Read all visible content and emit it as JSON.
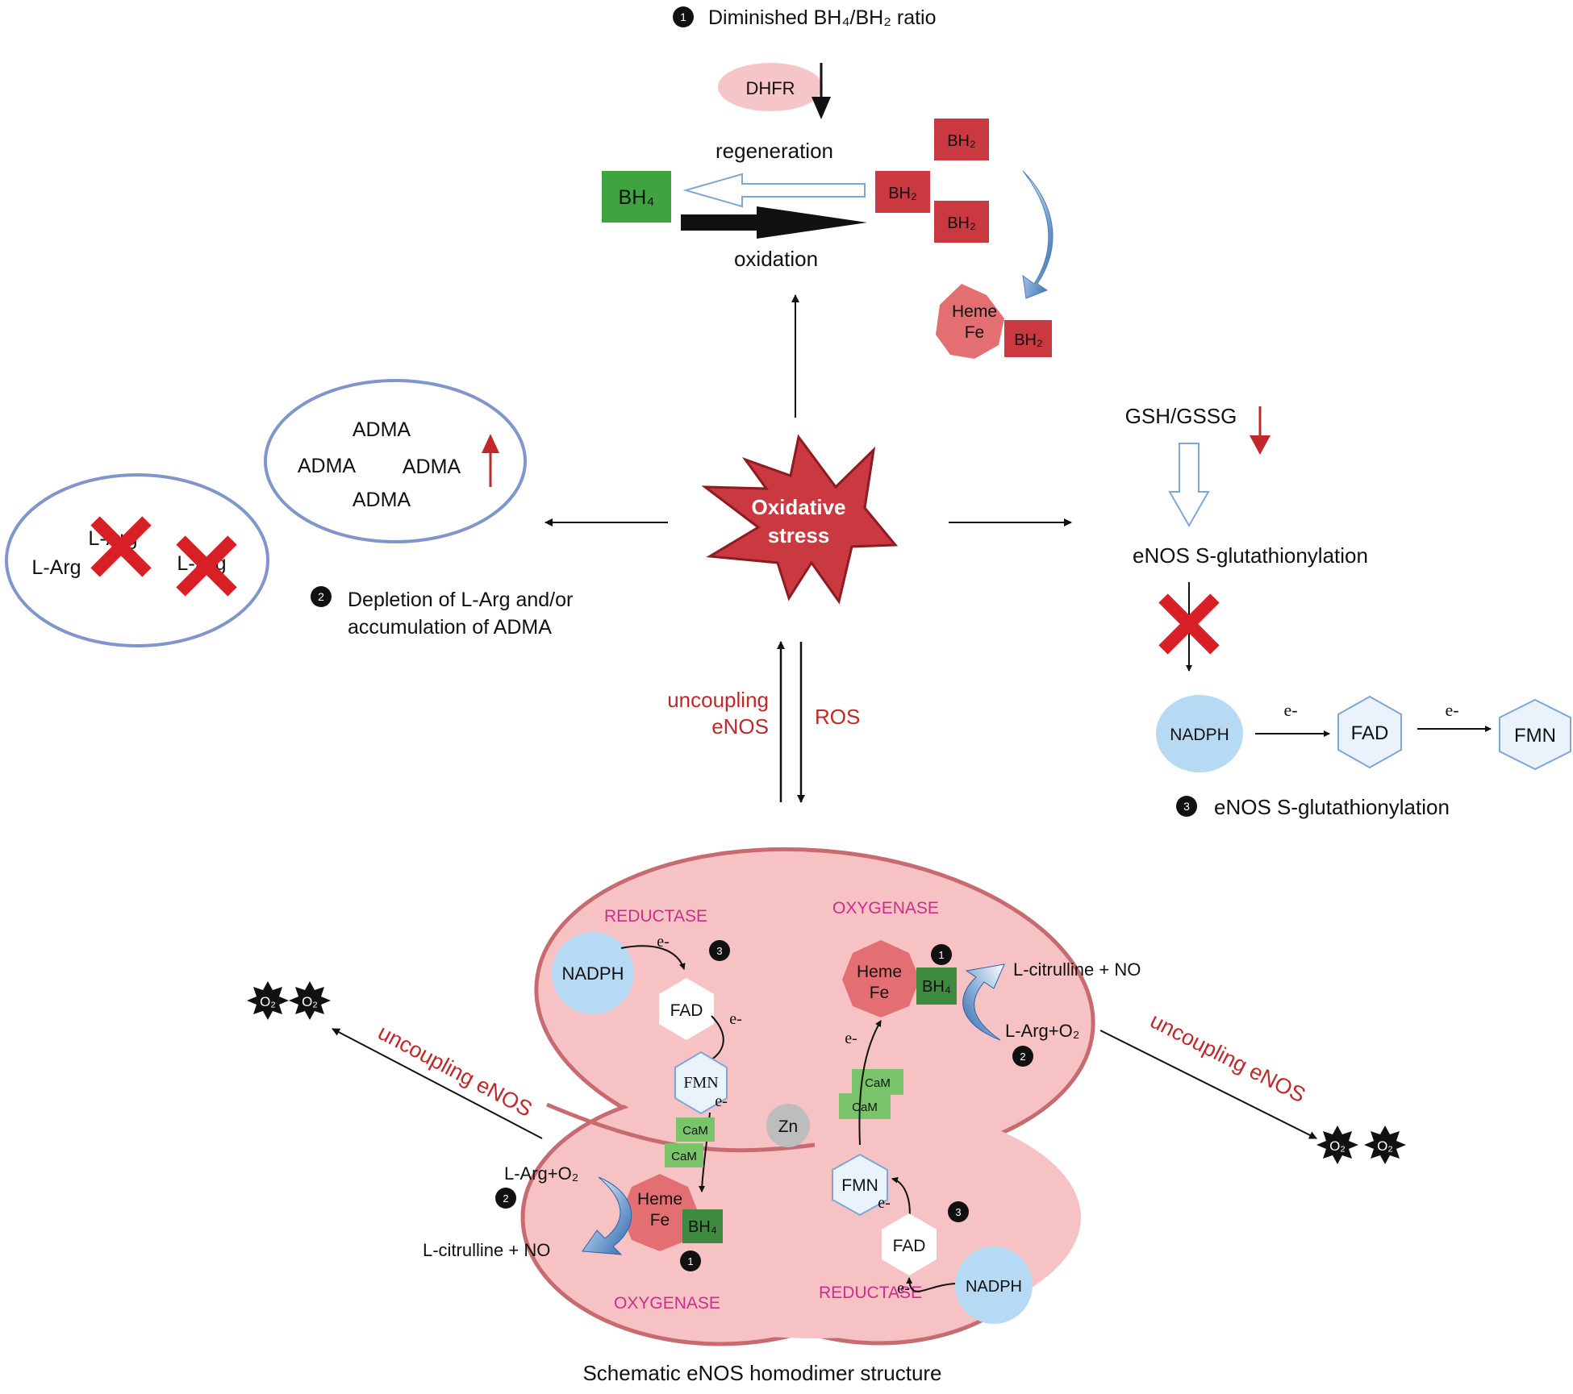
{
  "section1": {
    "badge": "1",
    "title": "Diminished BH₄/BH₂ ratio",
    "dhfr": "DHFR",
    "regeneration": "regeneration",
    "oxidation": "oxidation",
    "bh4": "BH₄",
    "bh2": "BH₂",
    "heme": "Heme",
    "fe": "Fe"
  },
  "section2": {
    "badge": "2",
    "title_line1": "Depletion of L-Arg and/or",
    "title_line2": "accumulation of ADMA",
    "adma": "ADMA",
    "larg": "L-Arg"
  },
  "section3": {
    "badge": "3",
    "gsh": "GSH/GSSG",
    "glut": "eNOS  S-glutathionylation",
    "nadph": "NADPH",
    "fad": "FAD",
    "fmn": "FMN",
    "electron": "e-",
    "title": "eNOS S-glutathionylation"
  },
  "center": {
    "stress_line1": "Oxidative",
    "stress_line2": "stress",
    "uncoupling_line1": "uncoupling",
    "uncoupling_line2": "eNOS",
    "ros": "ROS"
  },
  "dimer": {
    "reductase": "REDUCTASE",
    "oxygenase": "OXYGENASE",
    "nadph": "NADPH",
    "fad": "FAD",
    "fmn": "FMN",
    "cam": "CaM",
    "zn": "Zn",
    "heme": "Heme",
    "fe": "Fe",
    "bh4": "BH₄",
    "electron": "e-",
    "citrulline": "L-citrulline + NO",
    "larg_o2": "L-Arg+O₂",
    "uncoupling": "uncoupling eNOS",
    "o2": "O₂",
    "badge1": "1",
    "badge2": "2",
    "badge3": "3",
    "caption": "Schematic eNOS homodimer structure"
  },
  "colors": {
    "red_text": "#c0282a",
    "magenta_text": "#cc2d8e",
    "bh4_green": "#3fa33f",
    "bh4_dark_green": "#3e8a3e",
    "bh2_red": "#c9393f",
    "heme_pink": "#e46f72",
    "dimer_fill": "#f7c2c4",
    "dimer_stroke": "#c86b70",
    "nadph_blue": "#b6daf4",
    "ellipse_blue": "#7f95cc",
    "cam_green": "#79c36b"
  }
}
